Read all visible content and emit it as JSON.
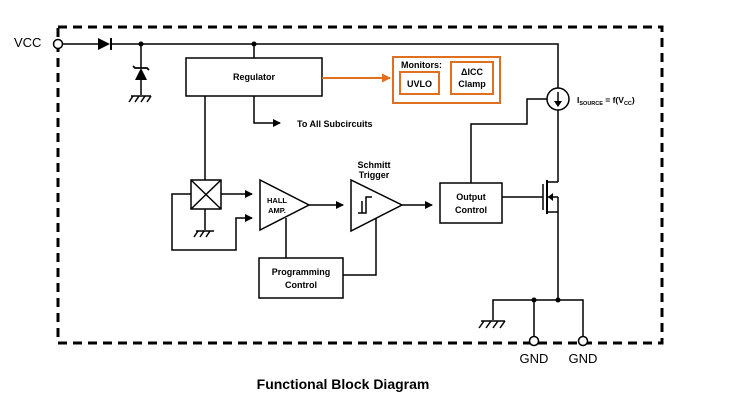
{
  "pins": {
    "vcc": "VCC",
    "gnd1": "GND",
    "gnd2": "GND"
  },
  "blocks": {
    "regulator": "Regulator",
    "subcircuits": "To All Subcircuits",
    "monitors": "Monitors:",
    "uvlo": "UVLO",
    "delta_icc_line1": "ΔICC",
    "delta_icc_line2": "Clamp",
    "hall_amp_line1": "HALL",
    "hall_amp_line2": "AMP.",
    "schmitt_line1": "Schmitt",
    "schmitt_line2": "Trigger",
    "output_line1": "Output",
    "output_line2": "Control",
    "programming_line1": "Programming",
    "programming_line2": "Control"
  },
  "source_label": {
    "prefix": "I",
    "subscript": "SOURCE",
    "middle": " = f(V",
    "vsub": "CC",
    "suffix": ")"
  },
  "caption": "Functional Block Diagram",
  "colors": {
    "monitor_accent": "#e07020",
    "line": "#000000"
  }
}
